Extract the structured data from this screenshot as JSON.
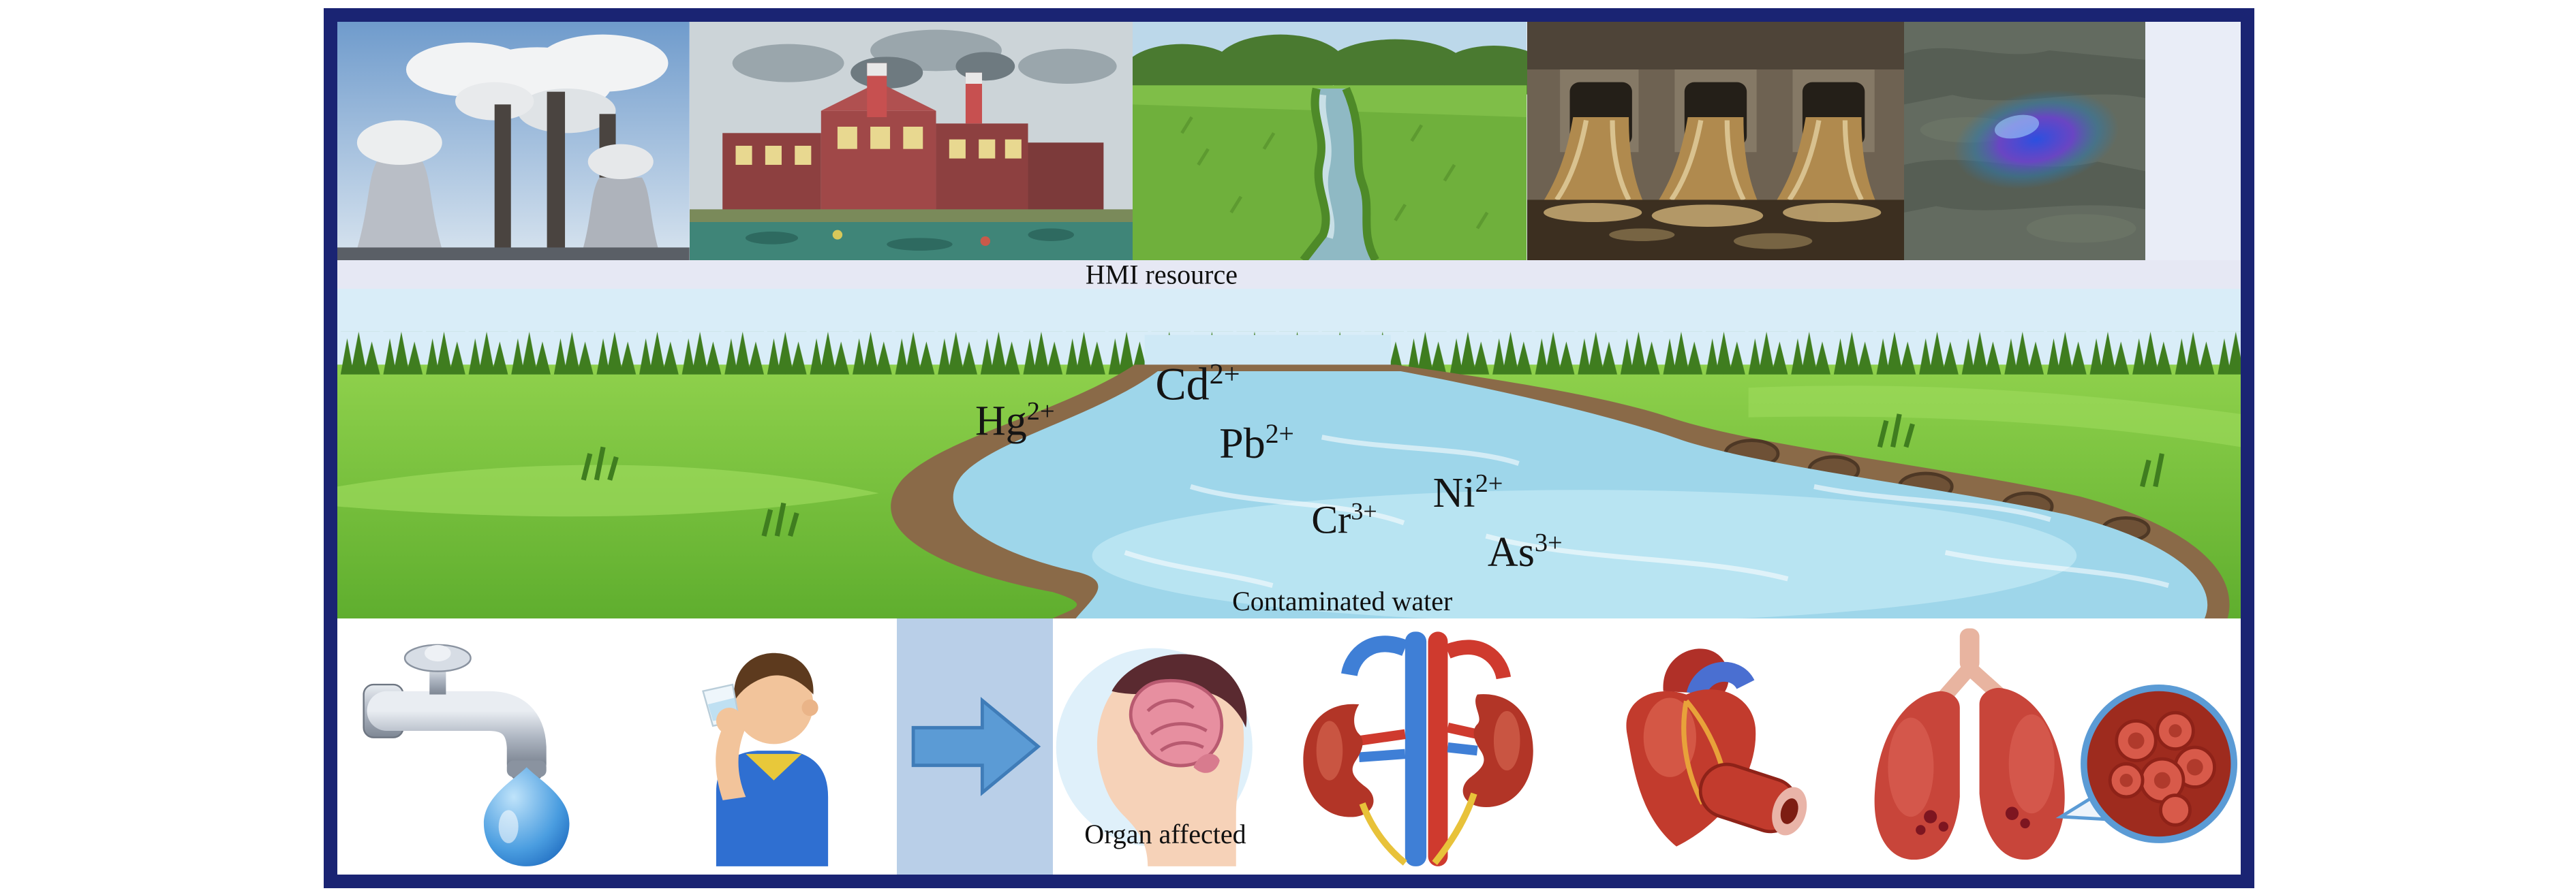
{
  "figure": {
    "colors": {
      "frame": "#1a2473",
      "mat": "#e9edf7",
      "strip": "#e6e8f4",
      "water": "#9ed6ea",
      "grass": "#6fb83a",
      "bank": "#8a6a48",
      "arrow": "#5b9bd5",
      "arrow_band": "#b9cfe8"
    },
    "top_sources": {
      "label": "HMI resource",
      "panels": [
        {
          "icon": "power-plant-smoke-icon"
        },
        {
          "icon": "cartoon-factory-pollution-icon"
        },
        {
          "icon": "stream-between-fields-icon"
        },
        {
          "icon": "sewage-discharge-icon"
        },
        {
          "icon": "oil-slick-water-icon"
        }
      ]
    },
    "river": {
      "caption": "Contaminated water",
      "ions": [
        {
          "symbol": "Hg",
          "charge": "2+"
        },
        {
          "symbol": "Cd",
          "charge": "2+"
        },
        {
          "symbol": "Pb",
          "charge": "2+"
        },
        {
          "symbol": "Cr",
          "charge": "3+"
        },
        {
          "symbol": "Ni",
          "charge": "2+"
        },
        {
          "symbol": "As",
          "charge": "3+"
        }
      ]
    },
    "organs": {
      "caption": "Organ affected",
      "items": [
        {
          "icon": "faucet-water-drop-icon"
        },
        {
          "icon": "boy-drinking-water-icon"
        },
        {
          "icon": "arrow-right-icon"
        },
        {
          "icon": "brain-icon"
        },
        {
          "icon": "kidneys-icon"
        },
        {
          "icon": "heart-icon"
        },
        {
          "icon": "lungs-blood-cells-icon"
        }
      ]
    }
  }
}
